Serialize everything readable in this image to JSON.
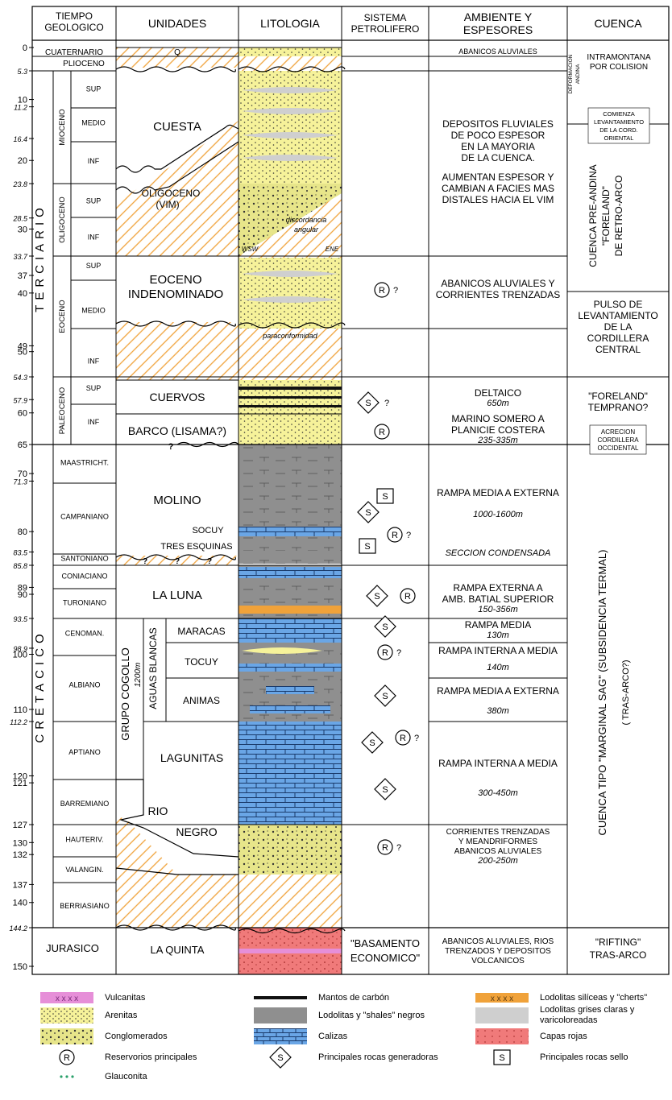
{
  "headers": {
    "tiempo": "TIEMPO GEOLOGICO",
    "unidades": "UNIDADES",
    "litologia": "LITOLOGIA",
    "sistema": "SISTEMA PETROLIFERO",
    "ambiente": "AMBIENTE Y ESPESORES",
    "cuenca": "CUENCA"
  },
  "age_ticks": [
    {
      "ma": 0,
      "label": "0"
    },
    {
      "ma": 5.3,
      "label": "5.3"
    },
    {
      "ma": 10,
      "label": "10"
    },
    {
      "ma": 11.2,
      "label": "11.2"
    },
    {
      "ma": 16.4,
      "label": "16.4"
    },
    {
      "ma": 20,
      "label": "20"
    },
    {
      "ma": 23.8,
      "label": "23.8"
    },
    {
      "ma": 28.5,
      "label": "28.5"
    },
    {
      "ma": 30,
      "label": "30"
    },
    {
      "ma": 33.7,
      "label": "33.7"
    },
    {
      "ma": 37,
      "label": "37"
    },
    {
      "ma": 40,
      "label": "40"
    },
    {
      "ma": 49,
      "label": "49"
    },
    {
      "ma": 50,
      "label": "50"
    },
    {
      "ma": 54.3,
      "label": "54.3"
    },
    {
      "ma": 57.9,
      "label": "57.9"
    },
    {
      "ma": 60,
      "label": "60"
    },
    {
      "ma": 65,
      "label": "65"
    },
    {
      "ma": 70,
      "label": "70"
    },
    {
      "ma": 71.3,
      "label": "71.3"
    },
    {
      "ma": 80,
      "label": "80"
    },
    {
      "ma": 83.5,
      "label": "83.5"
    },
    {
      "ma": 85.8,
      "label": "85.8"
    },
    {
      "ma": 89,
      "label": "89"
    },
    {
      "ma": 90,
      "label": "90"
    },
    {
      "ma": 93.5,
      "label": "93.5"
    },
    {
      "ma": 98.9,
      "label": "98.9"
    },
    {
      "ma": 100,
      "label": "100"
    },
    {
      "ma": 110,
      "label": "110"
    },
    {
      "ma": 112.2,
      "label": "112.2"
    },
    {
      "ma": 120,
      "label": "120"
    },
    {
      "ma": 121,
      "label": "121"
    },
    {
      "ma": 127,
      "label": "127"
    },
    {
      "ma": 130,
      "label": "130"
    },
    {
      "ma": 132,
      "label": "132"
    },
    {
      "ma": 137,
      "label": "137"
    },
    {
      "ma": 140,
      "label": "140"
    },
    {
      "ma": 144.2,
      "label": "144.2"
    },
    {
      "ma": 150,
      "label": "150"
    }
  ],
  "periods": [
    {
      "label": "TERCIARIO",
      "from": 5.3,
      "to": 65
    },
    {
      "label": "CRETACICO",
      "from": 65,
      "to": 144.2
    }
  ],
  "epochs": [
    {
      "label": "MIOCENO",
      "from": 5.3,
      "to": 23.8
    },
    {
      "label": "OLIGOCENO",
      "from": 23.8,
      "to": 33.7
    },
    {
      "label": "EOCENO",
      "from": 33.7,
      "to": 54.3
    },
    {
      "label": "PALEOCENO",
      "from": 54.3,
      "to": 65
    }
  ],
  "subepochs": [
    {
      "label": "SUP",
      "from": 5.3,
      "to": 11.2
    },
    {
      "label": "MEDIO",
      "from": 11.2,
      "to": 16.4
    },
    {
      "label": "INF",
      "from": 16.4,
      "to": 23.8
    },
    {
      "label": "SUP",
      "from": 23.8,
      "to": 28.5
    },
    {
      "label": "INF",
      "from": 28.5,
      "to": 33.7
    },
    {
      "label": "SUP",
      "from": 33.7,
      "to": 37
    },
    {
      "label": "MEDIO",
      "from": 37,
      "to": 49
    },
    {
      "label": "INF",
      "from": 49,
      "to": 54.3
    },
    {
      "label": "SUP",
      "from": 54.3,
      "to": 57.9
    },
    {
      "label": "INF",
      "from": 57.9,
      "to": 65
    }
  ],
  "wide_time": [
    {
      "label": "CUATERNARIO",
      "from": 0,
      "to": 1.6
    },
    {
      "label": "PLIOCENO",
      "from": 1.6,
      "to": 5.3
    }
  ],
  "stages": [
    {
      "label": "MAASTRICHT.",
      "from": 65,
      "to": 71.3
    },
    {
      "label": "CAMPANIANO",
      "from": 71.3,
      "to": 83.5
    },
    {
      "label": "SANTONIANO",
      "from": 83.5,
      "to": 85.8
    },
    {
      "label": "CONIACIANO",
      "from": 85.8,
      "to": 89
    },
    {
      "label": "TURONIANO",
      "from": 89,
      "to": 93.5
    },
    {
      "label": "CENOMAN.",
      "from": 93.5,
      "to": 98.9
    },
    {
      "label": "ALBIANO",
      "from": 98.9,
      "to": 112.2
    },
    {
      "label": "APTIANO",
      "from": 112.2,
      "to": 121
    },
    {
      "label": "BARREMIANO",
      "from": 121,
      "to": 127
    },
    {
      "label": "HAUTERIV.",
      "from": 127,
      "to": 132
    },
    {
      "label": "VALANGIN.",
      "from": 132,
      "to": 137
    },
    {
      "label": "BERRIASIANO",
      "from": 137,
      "to": 144.2
    }
  ],
  "jurassic": {
    "label": "JURASICO"
  },
  "units": {
    "q": "Q",
    "cuesta": "CUESTA",
    "oligoceno_1": "OLIGOCENO",
    "oligoceno_2": "(VIM)",
    "eoceno_1": "EOCENO",
    "eoceno_2": "INDENOMINADO",
    "cuervos": "CUERVOS",
    "barco": "BARCO (LISAMA?)",
    "q_mark": "?",
    "molino": "MOLINO",
    "socuy": "SOCUY",
    "tres_esquinas": "TRES ESQUINAS",
    "la_luna": "LA LUNA",
    "grupo_cogollo": "GRUPO COGOLLO",
    "cogollo_thick": "1200m",
    "aguas_blancas": "AGUAS BLANCAS",
    "maracas": "MARACAS",
    "tocuy": "TOCUY",
    "animas": "ANIMAS",
    "lagunitas": "LAGUNITAS",
    "rio": "RIO",
    "negro": "NEGRO",
    "la_quinta": "LA QUINTA"
  },
  "lith_notes": {
    "discordancia_1": "discordancia",
    "discordancia_2": "angular",
    "wsw": "WSW",
    "ene": "ENE",
    "paraconformidad": "paraconformidad"
  },
  "petroleum": {
    "basamento_1": "\"BASAMENTO",
    "basamento_2": "ECONOMICO\"",
    "question": "?",
    "R": "R",
    "S": "S"
  },
  "environment": {
    "abanicos_top": "ABANICOS ALUVIALES",
    "fluviales_1": "DEPOSITOS FLUVIALES",
    "fluviales_2": "DE POCO ESPESOR",
    "fluviales_3": "EN LA MAYORIA",
    "fluviales_4": "DE LA CUENCA.",
    "aumentan_1": "AUMENTAN ESPESOR Y",
    "aumentan_2": "CAMBIAN A FACIES MAS",
    "aumentan_3": "DISTALES HACIA EL VIM",
    "eoceno_1": "ABANICOS ALUVIALES Y",
    "eoceno_2": "CORRIENTES TRENZADAS",
    "deltaico": "DELTAICO",
    "deltaico_t": "650m",
    "marino_1": "MARINO SOMERO A",
    "marino_2": "PLANICIE COSTERA",
    "marino_t": "235-335m",
    "rampa_me": "RAMPA MEDIA A EXTERNA",
    "rampa_me_t": "1000-1600m",
    "condensada": "SECCION CONDENSADA",
    "luna_1": "RAMPA EXTERNA A",
    "luna_2": "AMB. BATIAL SUPERIOR",
    "luna_t": "150-356m",
    "maracas_1": "RAMPA MEDIA",
    "maracas_t": "130m",
    "tocuy_1": "RAMPA INTERNA A MEDIA",
    "tocuy_t": "140m",
    "animas_1": "RAMPA MEDIA A EXTERNA",
    "animas_t": "380m",
    "lag_1": "RAMPA INTERNA A MEDIA",
    "lag_t": "300-450m",
    "rio_1": "CORRIENTES TRENZADAS",
    "rio_2": "Y MEANDRIFORMES",
    "rio_3": "ABANICOS ALUVIALES",
    "rio_t": "200-250m",
    "quinta_1": "ABANICOS ALUVIALES, RIOS",
    "quinta_2": "TRENZADOS Y DEPOSITOS",
    "quinta_3": "VOLCANICOS"
  },
  "basin": {
    "intramontana_1": "INTRAMONTANA",
    "intramontana_2": "POR COLISION",
    "deformacion_1": "DEFORMACION",
    "deformacion_2": "ANDINA",
    "comienza_1": "COMIENZA",
    "comienza_2": "LEVANTAMIENTO",
    "comienza_3": "DE LA CORD.",
    "comienza_4": "ORIENTAL",
    "preandina_1": "CUENCA PRE-ANDINA",
    "preandina_2": "\"FORELAND\"",
    "preandina_3": "DE RETRO-ARCO",
    "pulso_1": "PULSO DE",
    "pulso_2": "LEVANTAMIENTO",
    "pulso_3": "DE LA",
    "pulso_4": "CORDILLERA",
    "pulso_5": "CENTRAL",
    "foreland_1": "\"FORELAND\"",
    "foreland_2": "TEMPRANO?",
    "acrecion_1": "ACRECION",
    "acrecion_2": "CORDILLERA",
    "acrecion_3": "OCCIDENTAL",
    "sag": "CUENCA TIPO \"MARGINAL SAG\" (SUBSIDENCIA TERMAL)",
    "trasarco": "( TRAS-ARCO?)",
    "rifting_1": "\"RIFTING\"",
    "rifting_2": "TRAS-ARCO"
  },
  "legend": [
    {
      "key": "vulcanitas",
      "label": "Vulcanitas",
      "col": 0,
      "row": 0
    },
    {
      "key": "arenitas",
      "label": "Arenitas",
      "col": 0,
      "row": 1
    },
    {
      "key": "conglomerados",
      "label": "Conglomerados",
      "col": 0,
      "row": 2
    },
    {
      "key": "reservorio",
      "label": "Reservorios principales",
      "col": 0,
      "row": 3
    },
    {
      "key": "glauconita",
      "label": "Glauconita",
      "col": 0,
      "row": 4
    },
    {
      "key": "carbon",
      "label": "Mantos de carbón",
      "col": 1,
      "row": 0
    },
    {
      "key": "lodolitas_negras",
      "label": "Lodolitas y \"shales\" negros",
      "col": 1,
      "row": 1
    },
    {
      "key": "calizas",
      "label": "Calizas",
      "col": 1,
      "row": 2
    },
    {
      "key": "generadora",
      "label": "Principales rocas generadoras",
      "col": 1,
      "row": 3
    },
    {
      "key": "cherts",
      "label": "Lodolitas silíceas y \"cherts\"",
      "col": 2,
      "row": 0
    },
    {
      "key": "lodolitas_grises",
      "label": "Lodolitas grises claras y varicoloreadas",
      "col": 2,
      "row": 1
    },
    {
      "key": "capas_rojas",
      "label": "Capas rojas",
      "col": 2,
      "row": 2
    },
    {
      "key": "sello",
      "label": "Principales rocas sello",
      "col": 2,
      "row": 3
    }
  ],
  "colors": {
    "arenita": "#f6f29a",
    "conglomerado": "#e7e58a",
    "stripe": "#f0a23a",
    "gris_oscuro": "#8f8f8f",
    "gris_claro": "#cfcfcf",
    "caliza": "#6aa6e6",
    "rojo": "#f07a7a",
    "vulcanita": "#e68fd8",
    "glauconita": "#2aa06a",
    "chert": "#f0a23a"
  }
}
